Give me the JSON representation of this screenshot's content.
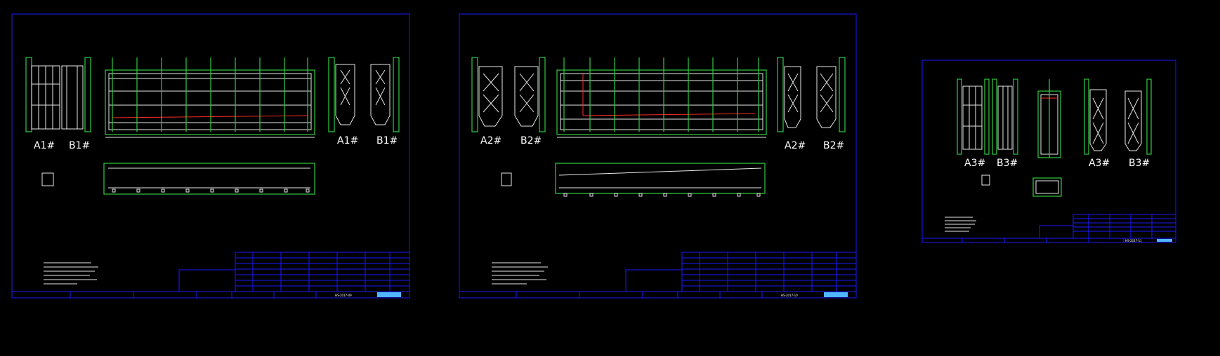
{
  "colors": {
    "background": "#000000",
    "frame": "#1a1aff",
    "outline": "#2ecc40",
    "detail": "#e8e8e8",
    "highlight": "#ff2a2a",
    "accent_block": "#4fb6ff"
  },
  "sheets": [
    {
      "view_labels": [
        "A1#",
        "B1#",
        "A1#",
        "B1#"
      ],
      "sheet_no": "HS-2017-09"
    },
    {
      "view_labels": [
        "A2#",
        "B2#",
        "A2#",
        "B2#"
      ],
      "sheet_no": "HS-2017-10"
    },
    {
      "view_labels": [
        "A3#",
        "B3#",
        "A3#",
        "B3#"
      ],
      "sheet_no": "HS-2017-11"
    }
  ]
}
